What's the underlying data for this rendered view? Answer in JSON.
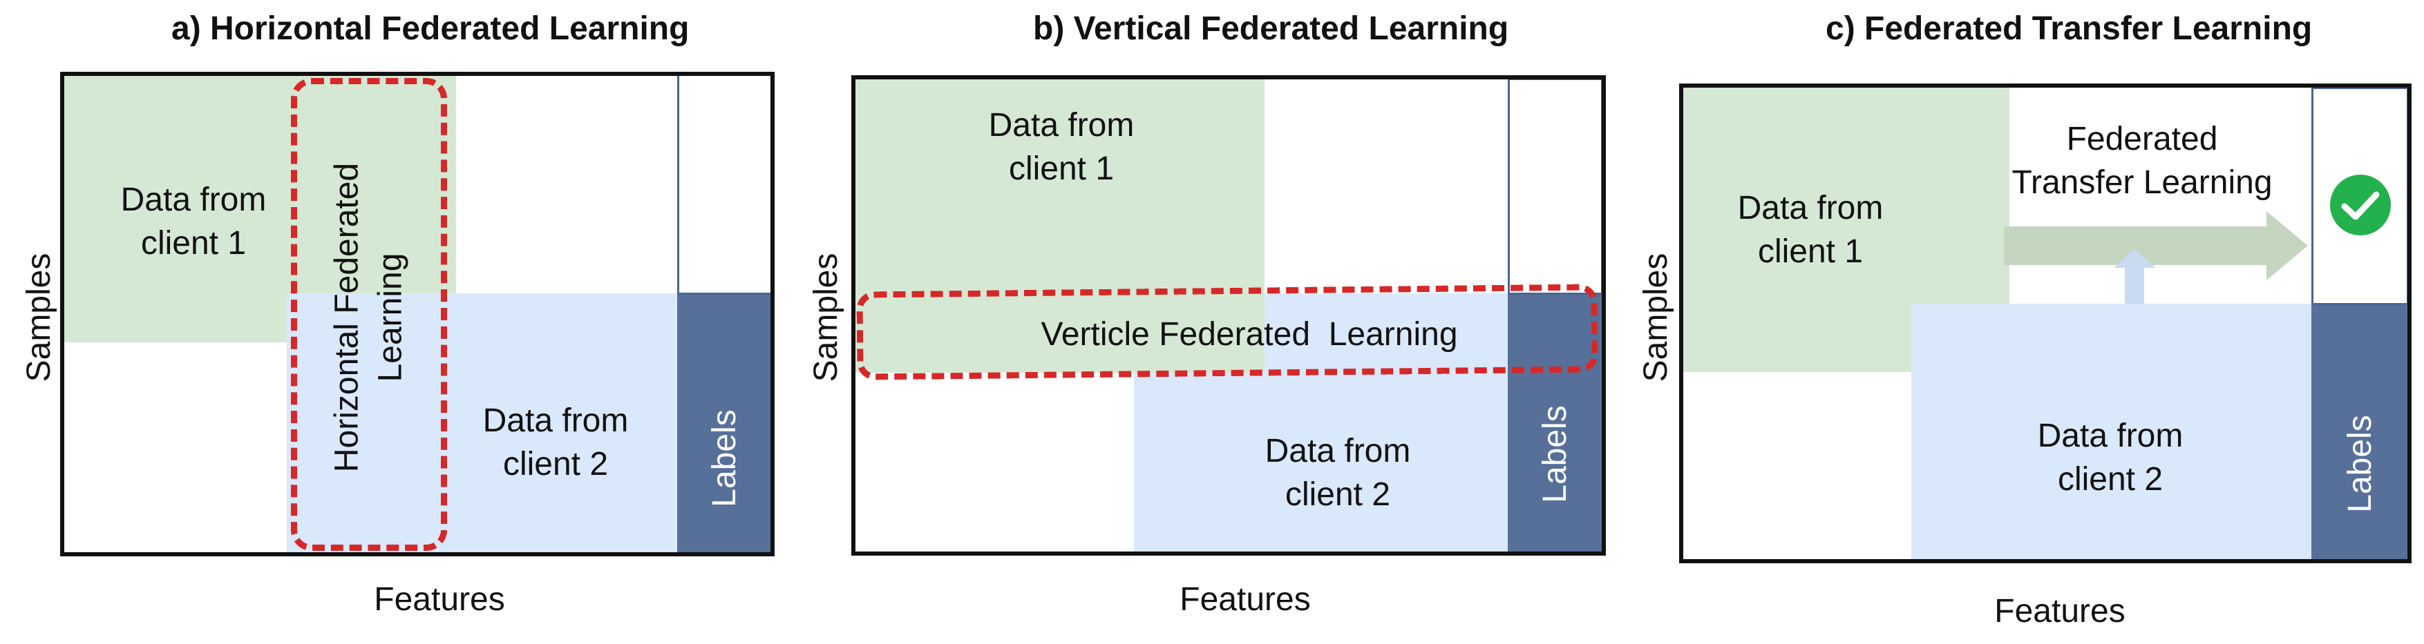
{
  "panel_a": {
    "title": "a) Horizontal Federated Learning",
    "client1_label": "Data from\nclient 1",
    "client2_label": "Data from\nclient 2",
    "highlight_label": "Horizontal Federated\nLearning",
    "labels_column": "Labels",
    "x_axis": "Features",
    "y_axis": "Samples"
  },
  "panel_b": {
    "title": "b) Vertical Federated Learning",
    "client1_label": "Data from\nclient 1",
    "client2_label": "Data from\nclient 2",
    "highlight_label": "Verticle Federated  Learning",
    "labels_column": "Labels",
    "x_axis": "Features",
    "y_axis": "Samples"
  },
  "panel_c": {
    "title": "c) Federated Transfer Learning",
    "client1_label": "Data from\nclient 1",
    "client2_label": "Data from\nclient 2",
    "transfer_label": "Federated\nTransfer Learning",
    "labels_column": "Labels",
    "x_axis": "Features",
    "y_axis": "Samples"
  },
  "colors": {
    "client1": "#d5e8d4",
    "client2": "#dae8fc",
    "labels": "#56709a",
    "highlight": "#d62828",
    "arrow": "#c5d6c0",
    "check": "#22b14c"
  },
  "icons": {
    "check": "check-circle-icon",
    "transfer_arrow": "arrow-right-icon",
    "up_arrow": "arrow-up-icon"
  }
}
